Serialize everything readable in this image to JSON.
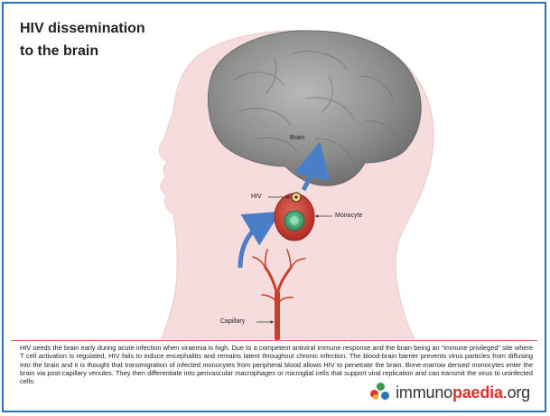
{
  "title_line1": "HIV dissemination",
  "title_line2": "to the brain",
  "labels": {
    "brain": "Brain",
    "hiv": "HIV",
    "monocyte": "Monocyte",
    "capillary": "Capillary"
  },
  "description": "HIV seeds the brain early during acute infection when viraemia is high. Due to a competent antiviral immune response and the brain being an “immune privileged” site where T cell activation is regulated, HIV fails to induce encephalitis and remains latent throughout chronic infection. The blood-brain barrier prevents virus particles from diffusing into the brain and it is thought that transmigration of infected monocytes from peripheral blood allows HIV to penetrate the brain. Bone-marrow derived monocytes enter the brain via post-capillary venules. They then differentiate into perivascular macrophages or microglial cells that support viral replication and can transmit the virus to uninfected cells.",
  "logo": {
    "prefix": "immuno",
    "accent": "paedia",
    "suffix": ".org"
  },
  "colors": {
    "frame": "#2a73b8",
    "silhouette": "#f6dcdc",
    "brain": "#8f8f8f",
    "monocyte": "#c8322d",
    "nucleus": "#3a9a6a",
    "capillary": "#c8402a",
    "arrow": "#4a7fc8",
    "logo_accent": "#e0312b"
  }
}
